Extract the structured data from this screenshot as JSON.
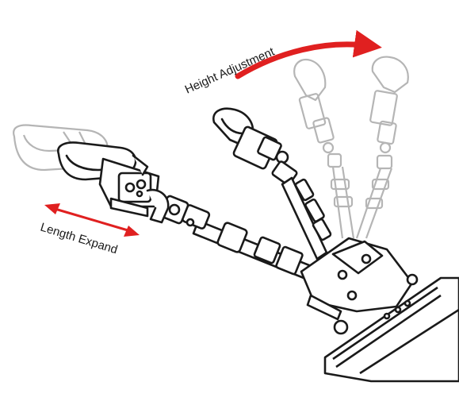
{
  "labels": {
    "height": "Height Adjustment",
    "length": "Length Expand"
  },
  "colors": {
    "arrow": "#e02020",
    "ink": "#1a1a1a",
    "ghost": "#b5b5b5",
    "background": "#ffffff"
  },
  "icons": {
    "height_arrow": "curved-arrow-right",
    "length_arrow": "double-headed-arrow"
  }
}
